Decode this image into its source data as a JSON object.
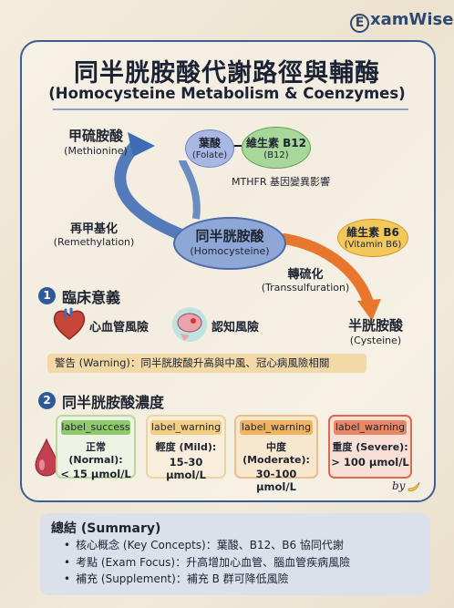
{
  "brand": "ExamWise",
  "brand_initial": "E",
  "brand_rest": "xamWise",
  "title": "同半胱胺酸代謝路徑與輔酶",
  "subtitle": "(Homocysteine Metabolism & Coenzymes)",
  "diagram": {
    "methionine": {
      "zh": "甲硫胺酸",
      "en": "(Methionine)"
    },
    "folate": {
      "zh": "葉酸",
      "en": "(Folate)"
    },
    "b12": {
      "zh": "維生素 B12",
      "en": "(B12)"
    },
    "mthfr": "MTHFR 基因變異影響",
    "remethylation": {
      "zh": "再甲基化",
      "en": "(Remethylation)"
    },
    "homocysteine": {
      "zh": "同半胱胺酸",
      "en": "(Homocysteine)"
    },
    "b6": {
      "zh": "維生素 B6",
      "en": "(Vitamin B6)"
    },
    "transsulfuration": {
      "zh": "轉硫化",
      "en": "(Transsulfuration)"
    },
    "cysteine": {
      "zh": "半胱胺酸",
      "en": "(Cysteine)"
    }
  },
  "section1": {
    "num": "1",
    "title": "臨床意義",
    "risk1": "心血管風險",
    "risk2": "認知風險",
    "warning": "警告 (Warning)：同半胱胺酸升高與中風、冠心病風險相關"
  },
  "section2": {
    "num": "2",
    "title": "同半胱胺酸濃度",
    "cards": [
      {
        "tag": "label_success",
        "line1": "正常 (Normal):",
        "line2": "< 15 μmol/L"
      },
      {
        "tag": "label_warning",
        "line1": "輕度 (Mild):",
        "line2": "15-30 μmol/L"
      },
      {
        "tag": "label_warning",
        "line1": "中度 (Moderate):",
        "line2": "30-100 μmol/L"
      },
      {
        "tag": "label_warning",
        "line1": "重度 (Severe):",
        "line2": "> 100 μmol/L"
      }
    ]
  },
  "by": "by",
  "summary": {
    "title": "總結 (Summary)",
    "items": [
      "核心概念 (Key Concepts)：葉酸、B12、B6 協同代謝",
      "考點 (Exam Focus)：升高增加心血管、腦血管疾病風險",
      "補充 (Supplement)：補充 B 群可降低風險"
    ]
  },
  "colors": {
    "frame": "#3a5f96",
    "homocysteine_fill": "#8ea7d6",
    "folate_fill": "#a9b8e3",
    "b12_fill": "#a8d79a",
    "b6_fill": "#f3c85a",
    "transsulfuration_arrow": "#e8762c",
    "remethylation_arrow": "#3e6bb3",
    "success": "#8fca6a",
    "mild": "#f2cf84",
    "moderate": "#f0b35f",
    "severe": "#dd6a4a"
  }
}
